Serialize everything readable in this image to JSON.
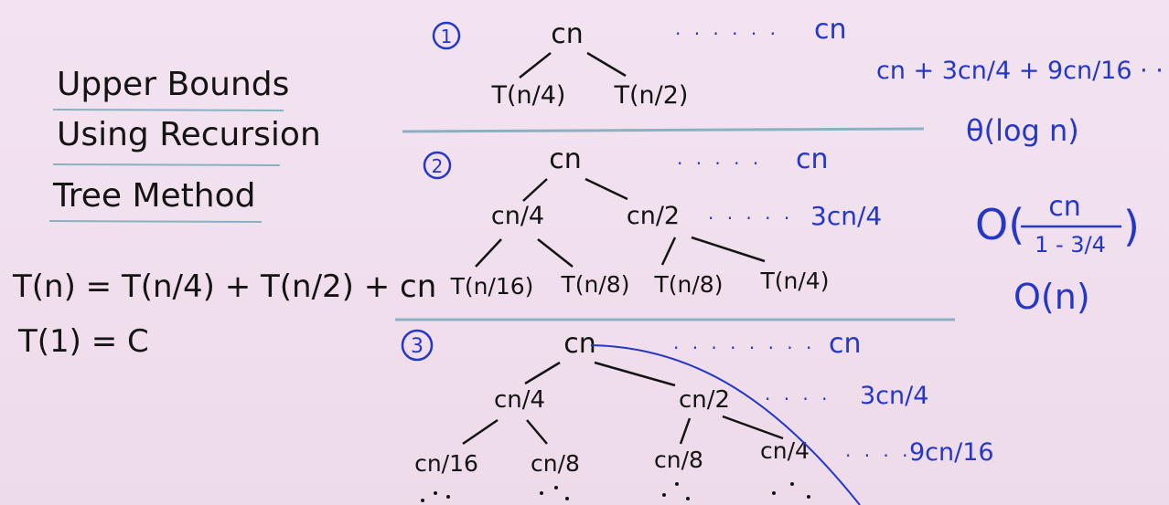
{
  "title": {
    "line1": "Upper Bounds",
    "line2": "Using Recursion",
    "line3": "Tree Method"
  },
  "recurrence": {
    "line1": "T(n) = T(n/4) + T(n/2) + cn",
    "line2": "T(1) = C"
  },
  "step1": {
    "number": "1",
    "root": "cn",
    "children": [
      "T(n/4)",
      "T(n/2)"
    ],
    "level_dots": ". . . . . .",
    "level_sum": "cn"
  },
  "step2": {
    "number": "2",
    "root": "cn",
    "level1": [
      "cn/4",
      "cn/2"
    ],
    "level2": [
      "T(n/16)",
      "T(n/8)",
      "T(n/8)",
      "T(n/4)"
    ],
    "level_dots": [
      ". . . . .",
      ". . . . ."
    ],
    "level_sums": [
      "cn",
      "3cn/4"
    ]
  },
  "step3": {
    "number": "3",
    "root": "cn",
    "level1": [
      "cn/4",
      "cn/2"
    ],
    "level2": [
      "cn/16",
      "cn/8",
      "cn/8",
      "cn/4"
    ],
    "level_dots": [
      ". . . . . . . .",
      ". . . .",
      ". . . ."
    ],
    "level_sums": [
      "cn",
      "3cn/4",
      "9cn/16"
    ]
  },
  "right_notes": {
    "series": "cn + 3cn/4 + 9cn/16 · · ·",
    "theta": "θ(log n)",
    "big_o_open": "O(",
    "big_o_num": "cn",
    "big_o_den": "1 - 3/4",
    "big_o_close": ")",
    "result": "O(n)"
  },
  "colors": {
    "board": "#f1dfee",
    "black_ink": "#141414",
    "blue_ink": "#2437c8",
    "rule_lines": "#8ab0c4"
  }
}
